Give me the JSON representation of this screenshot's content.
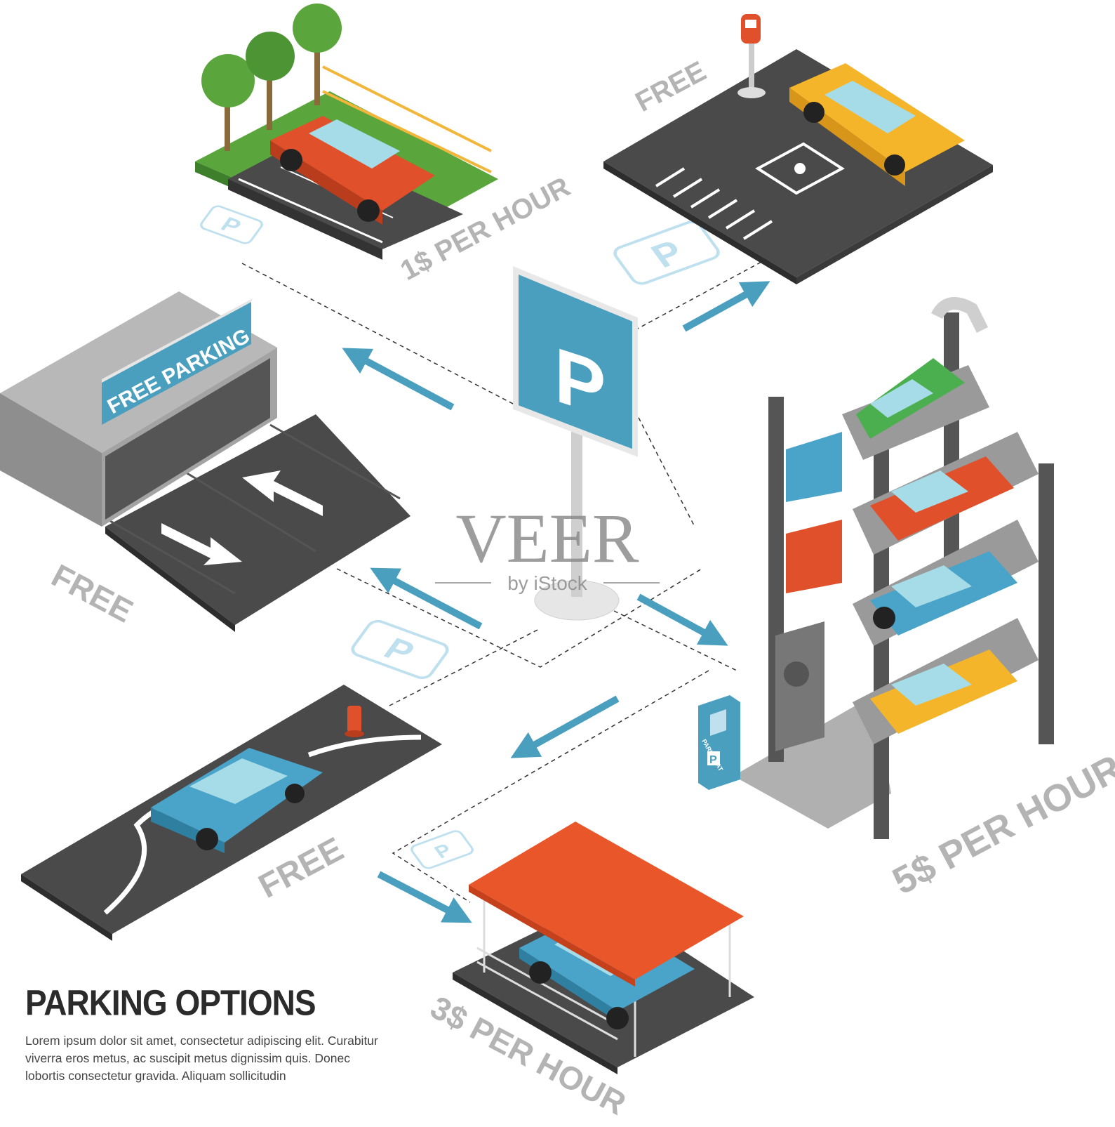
{
  "diagram": {
    "center": {
      "sign_letter": "P"
    },
    "options": [
      {
        "id": "green-lot",
        "price": "1$ PER HOUR"
      },
      {
        "id": "disabled-lot",
        "price": "FREE"
      },
      {
        "id": "garage",
        "price": "FREE",
        "banner": "FREE PARKING"
      },
      {
        "id": "street",
        "price": "FREE"
      },
      {
        "id": "canopy",
        "price": "3$ PER HOUR"
      },
      {
        "id": "tower",
        "price": "5$ PER HOUR",
        "kiosk_label": "PARKOMAT",
        "kiosk_sign": "P"
      }
    ],
    "badge_letter": "P"
  },
  "footer": {
    "title": "PARKING OPTIONS",
    "text": "Lorem ipsum dolor sit amet, consectetur adipiscing elit. Curabitur viverra eros metus, ac suscipit metus dignissim quis. Donec lobortis consectetur gravida. Aliquam sollicitudin"
  },
  "watermark": {
    "brand": "VEER",
    "sub": "by iStock"
  },
  "colors": {
    "accent": "#4a9fbf",
    "asphalt": "#4a4a4a",
    "grass": "#5aa63c",
    "label_gray": "#b4b4b4",
    "car_red": "#e0502a",
    "car_yellow": "#f5b52a",
    "car_blue": "#4aa3c8",
    "car_green": "#4caf4f",
    "canopy_orange": "#e8562a"
  }
}
